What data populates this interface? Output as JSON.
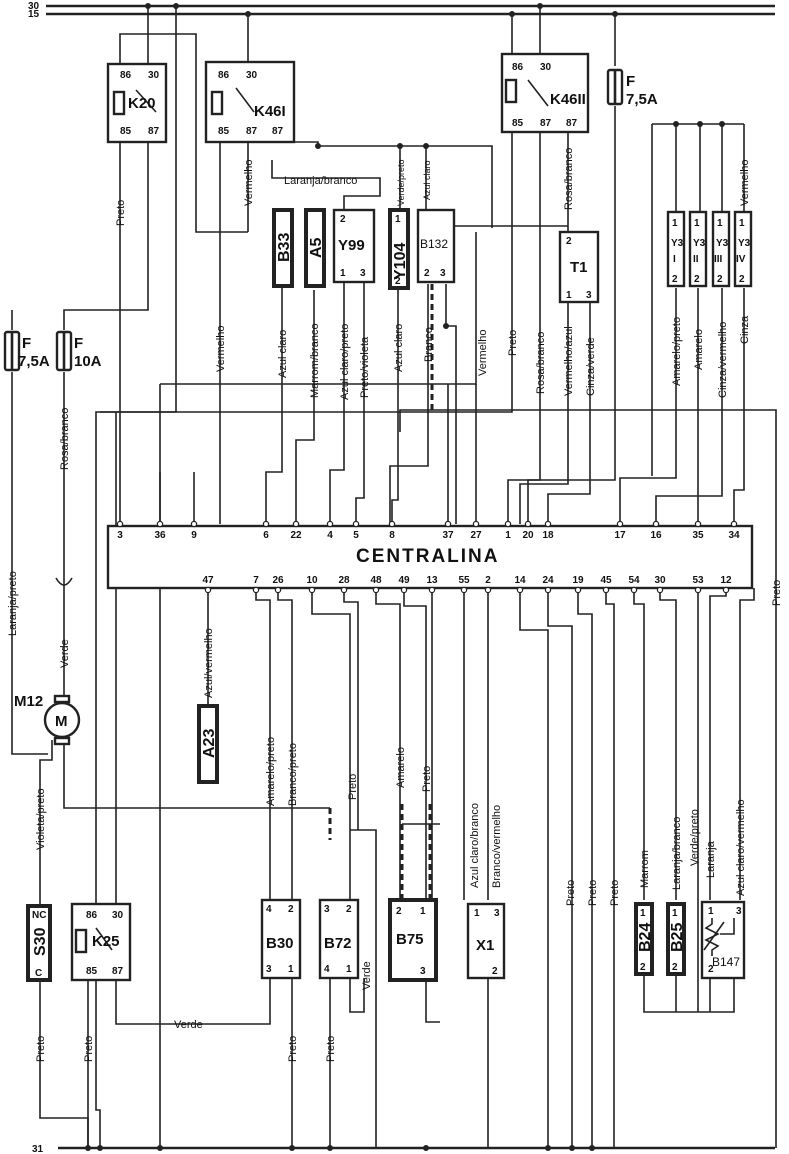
{
  "rails": {
    "r30": "30",
    "r15": "15",
    "r31": "31"
  },
  "ecu": {
    "label": "CENTRALINA",
    "top_pins": [
      "3",
      "36",
      "9",
      "6",
      "22",
      "4",
      "5",
      "8",
      "37",
      "27",
      "1",
      "20",
      "18",
      "17",
      "16",
      "35",
      "34"
    ],
    "bottom_pins": [
      "47",
      "7",
      "26",
      "10",
      "28",
      "48",
      "49",
      "13",
      "55",
      "2",
      "14",
      "24",
      "19",
      "45",
      "54",
      "30",
      "53",
      "12"
    ]
  },
  "relays": {
    "k20": {
      "name": "K20",
      "p86": "86",
      "p30": "30",
      "p85": "85",
      "p87": "87"
    },
    "k46i": {
      "name": "K46I",
      "p86": "86",
      "p30": "30",
      "p85": "85",
      "p87": "87",
      "p87b": "87"
    },
    "k46ii": {
      "name": "K46II",
      "p86": "86",
      "p30": "30",
      "p85": "85",
      "p87": "87",
      "p87b": "87"
    },
    "k25": {
      "name": "K25",
      "p86": "86",
      "p30": "30",
      "p85": "85",
      "p87": "87"
    }
  },
  "fuses": {
    "f1": {
      "letter": "F",
      "rating": "7,5A"
    },
    "f2": {
      "letter": "F",
      "rating": "7,5A"
    },
    "f3": {
      "letter": "F",
      "rating": "10A"
    }
  },
  "components": {
    "b33": "B33",
    "a5": "A5",
    "y99": "Y99",
    "y104": "Y104",
    "b132": "B132",
    "t1": "T1",
    "a23": "A23",
    "m12": "M12",
    "motor": "M",
    "s30": "S30",
    "b30": "B30",
    "b72": "B72",
    "b75": "B75",
    "x1": "X1",
    "b24": "B24",
    "b25": "B25",
    "b147": "B147",
    "y3": "Y3",
    "y3_1": "I",
    "y3_2": "II",
    "y3_3": "III",
    "y3_4": "IV",
    "nc": "NC",
    "c": "C"
  },
  "wires": {
    "preto": "Preto",
    "vermelho": "Vermelho",
    "laranja_branco": "Laranja/branco",
    "verde_preto": "Verde/preto",
    "azul_claro": "Azul claro",
    "marrom_branco": "Marrom/branco",
    "azul_claro_preto": "Azul claro/preto",
    "preto_violeta": "Preto/violeta",
    "branco": "Branco",
    "rosa_branco": "Rosa/branco",
    "vermelho_azul": "Vermelho/azul",
    "cinza_verde": "Cinza/verde",
    "amarelo_preto": "Amarelo/preto",
    "amarelo": "Amarelo",
    "cinza_vermelho": "Cinza/vermelho",
    "cinza": "Cinza",
    "laranja_preto": "Laranja/preto",
    "verde": "Verde",
    "violeta_preto": "Violeta/preto",
    "azul_vermelho": "Azul/vermelho",
    "branco_preto": "Branco/preto",
    "azul_claro_branco": "Azul claro/branco",
    "branco_vermelho": "Branco/vermelho",
    "marrom": "Marrom",
    "laranja": "Laranja",
    "azul_claro_vermelho": "Azul claro/vermelho"
  }
}
